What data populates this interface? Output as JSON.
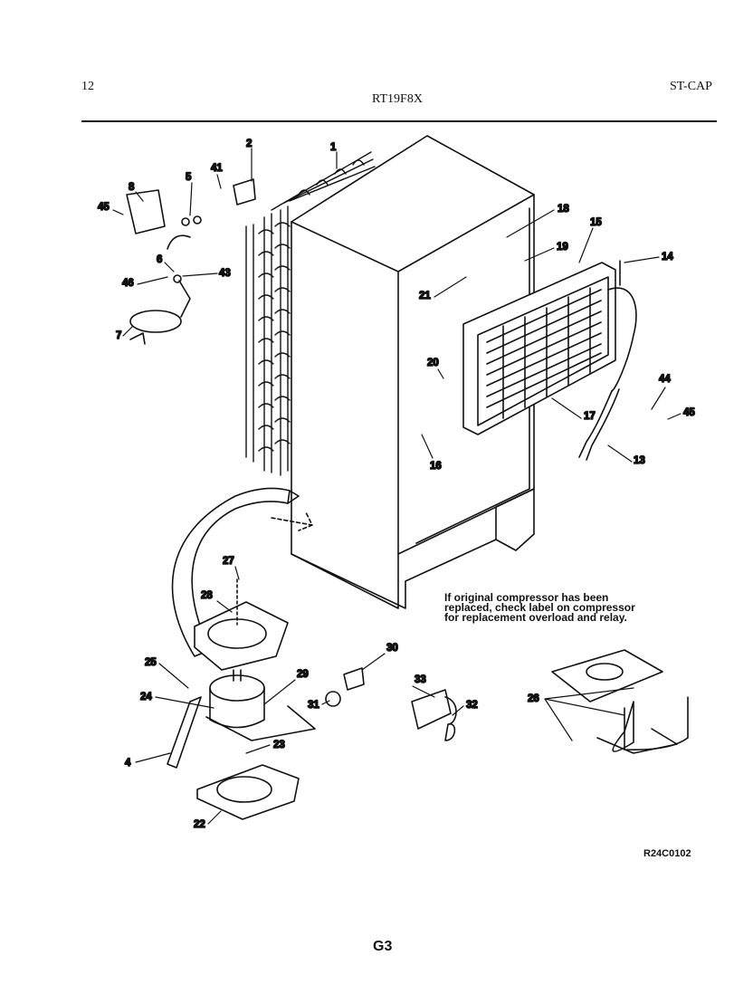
{
  "header": {
    "page_number": "12",
    "model": "RT19F8X",
    "section_code": "ST-CAP"
  },
  "callouts": [
    {
      "id": "c1",
      "text": "1"
    },
    {
      "id": "c2",
      "text": "2"
    },
    {
      "id": "c41",
      "text": "41"
    },
    {
      "id": "c5",
      "text": "5"
    },
    {
      "id": "c8",
      "text": "8"
    },
    {
      "id": "c45a",
      "text": "45"
    },
    {
      "id": "c6",
      "text": "6"
    },
    {
      "id": "c46",
      "text": "46"
    },
    {
      "id": "c43",
      "text": "43"
    },
    {
      "id": "c7",
      "text": "7"
    },
    {
      "id": "c18",
      "text": "18"
    },
    {
      "id": "c15",
      "text": "15"
    },
    {
      "id": "c19",
      "text": "19"
    },
    {
      "id": "c14",
      "text": "14"
    },
    {
      "id": "c21",
      "text": "21"
    },
    {
      "id": "c20",
      "text": "20"
    },
    {
      "id": "c44",
      "text": "44"
    },
    {
      "id": "c45b",
      "text": "45"
    },
    {
      "id": "c17",
      "text": "17"
    },
    {
      "id": "c16",
      "text": "16"
    },
    {
      "id": "c13",
      "text": "13"
    },
    {
      "id": "c27",
      "text": "27"
    },
    {
      "id": "c28a",
      "text": "28"
    },
    {
      "id": "c30",
      "text": "30"
    },
    {
      "id": "c25",
      "text": "25"
    },
    {
      "id": "c29",
      "text": "29"
    },
    {
      "id": "c33",
      "text": "33"
    },
    {
      "id": "c24",
      "text": "24"
    },
    {
      "id": "c31",
      "text": "31"
    },
    {
      "id": "c32",
      "text": "32"
    },
    {
      "id": "c26",
      "text": "26"
    },
    {
      "id": "c23",
      "text": "23"
    },
    {
      "id": "c4",
      "text": "4"
    },
    {
      "id": "c22",
      "text": "22"
    }
  ],
  "note": "If original compressor has been replaced, check label on compressor for replacement overload and relay.",
  "drawing_ref": "R24C0102",
  "page_code": "G3"
}
